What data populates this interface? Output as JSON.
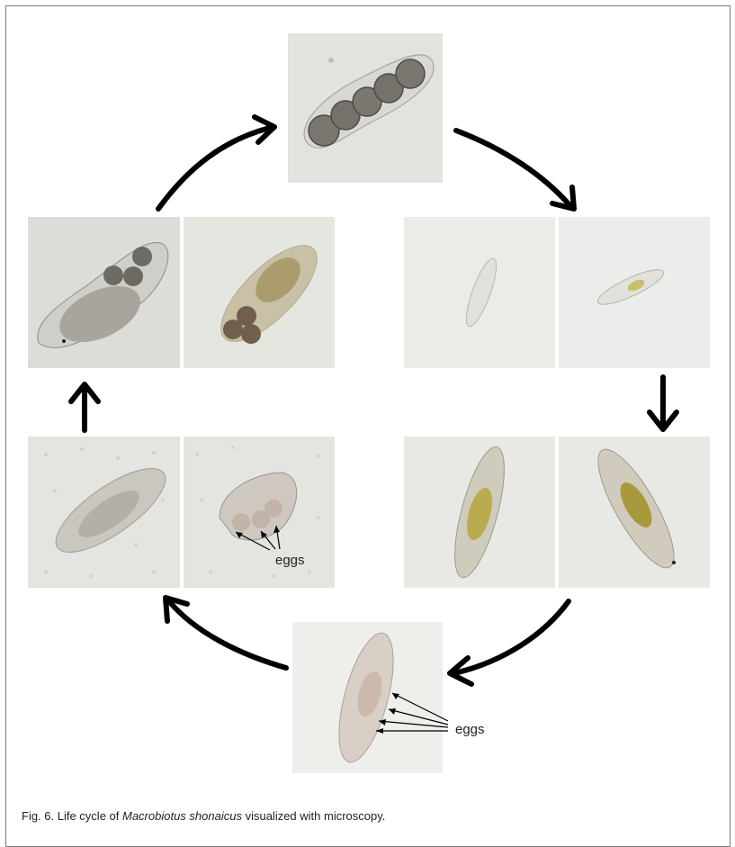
{
  "figure": {
    "caption_prefix": "Fig. 6. Life cycle of ",
    "caption_species": "Macrobiotus shonaicus",
    "caption_suffix": " visualized with microscopy.",
    "egg_label_lower_left": "eggs",
    "egg_label_bottom": "eggs"
  },
  "colors": {
    "arrow": "#000000",
    "background_light": "#eeeeea",
    "egg_brown": "#6e6a63"
  }
}
